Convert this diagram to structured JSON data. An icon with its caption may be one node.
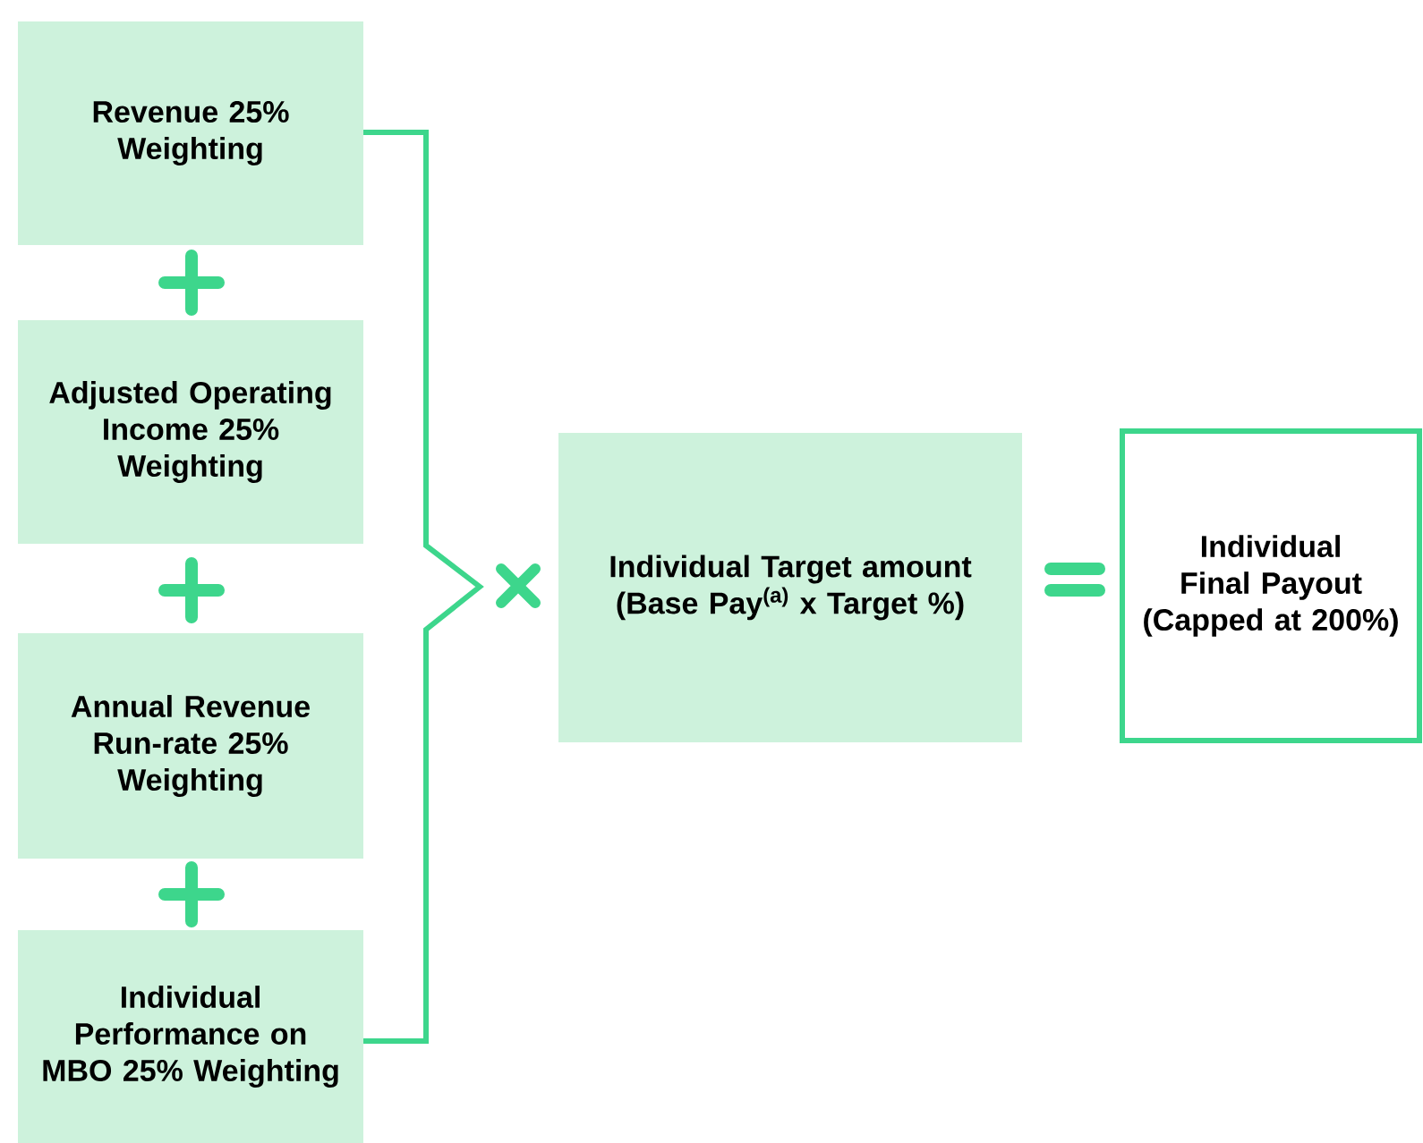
{
  "diagram": {
    "nodes": [
      {
        "text": [
          "Revenue 25% Weighting"
        ]
      },
      {
        "text": [
          "Adjusted Operating Income 25% Weighting"
        ]
      },
      {
        "text": [
          "Annual Revenue Run-rate 25% Weighting"
        ]
      },
      {
        "text": [
          "Individual Performance on MBO 25% Weighting"
        ]
      },
      {
        "text": [
          "Individual Target amount (Base Pay$^{(a)}$ x Target %)"
        ]
      },
      {
        "text": [
          "Individual Final Payout (Capped at 200%)"
        ]
      }
    ]
  }
}
